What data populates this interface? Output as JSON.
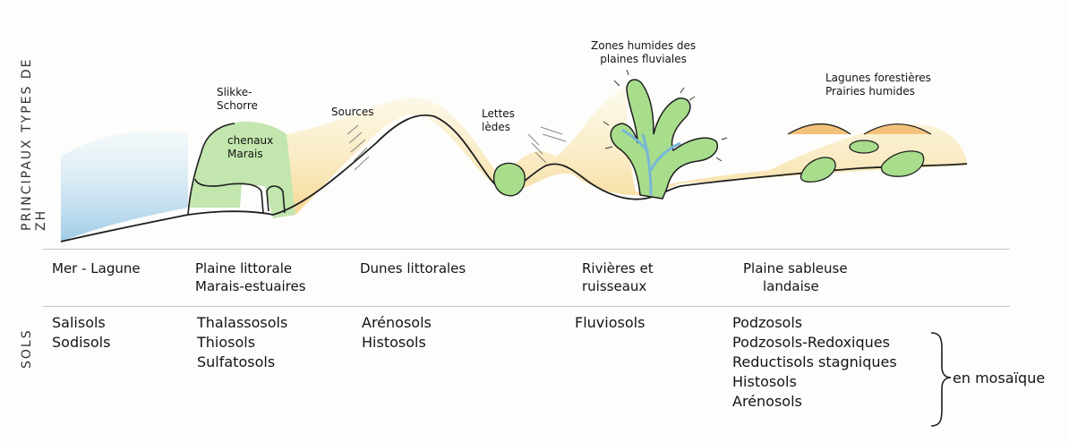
{
  "row_labels": {
    "types": "PRINCIPAUX TYPES DE ZH",
    "sols": "SOLS"
  },
  "wetland_labels": {
    "slikke_schorre": [
      "Slikke-",
      "Schorre"
    ],
    "chenaux_marais": [
      "chenaux",
      "Marais"
    ],
    "sources": "Sources",
    "lettes_ledes": [
      "Lettes",
      "lèdes"
    ],
    "zones_humides": [
      "Zones humides des",
      "plaines fluviales"
    ],
    "lagunes_prairies": [
      "Lagunes forestières",
      "Prairies humides"
    ]
  },
  "landscape_units": [
    {
      "lines": [
        "Mer - Lagune"
      ]
    },
    {
      "lines": [
        "Plaine littorale",
        "Marais-estuaires"
      ]
    },
    {
      "lines": [
        "Dunes littorales"
      ]
    },
    {
      "lines": [
        "Rivières et",
        "ruisseaux"
      ]
    },
    {
      "lines": [
        "Plaine sableuse",
        "landaise"
      ]
    }
  ],
  "soils": [
    {
      "lines": [
        "Salisols",
        "Sodisols"
      ]
    },
    {
      "lines": [
        "Thalassosols",
        "Thiosols",
        "Sulfatosols"
      ]
    },
    {
      "lines": [
        "Arénosols",
        "Histosols"
      ]
    },
    {
      "lines": [
        "Fluviosols"
      ]
    },
    {
      "lines": [
        "Podzosols",
        "Podzosols-Redoxiques",
        "Reductisols stagniques",
        "Histosols",
        "Arénosols"
      ]
    }
  ],
  "mosaic_note": "en mosaïque",
  "colors": {
    "sea": "#8fc3e3",
    "wet_green": "#a8dd8c",
    "sand_yellow": "#f6e08a",
    "sand_orange": "#f4c27a",
    "river": "#79b6d6",
    "outline": "#1f1f1f"
  }
}
